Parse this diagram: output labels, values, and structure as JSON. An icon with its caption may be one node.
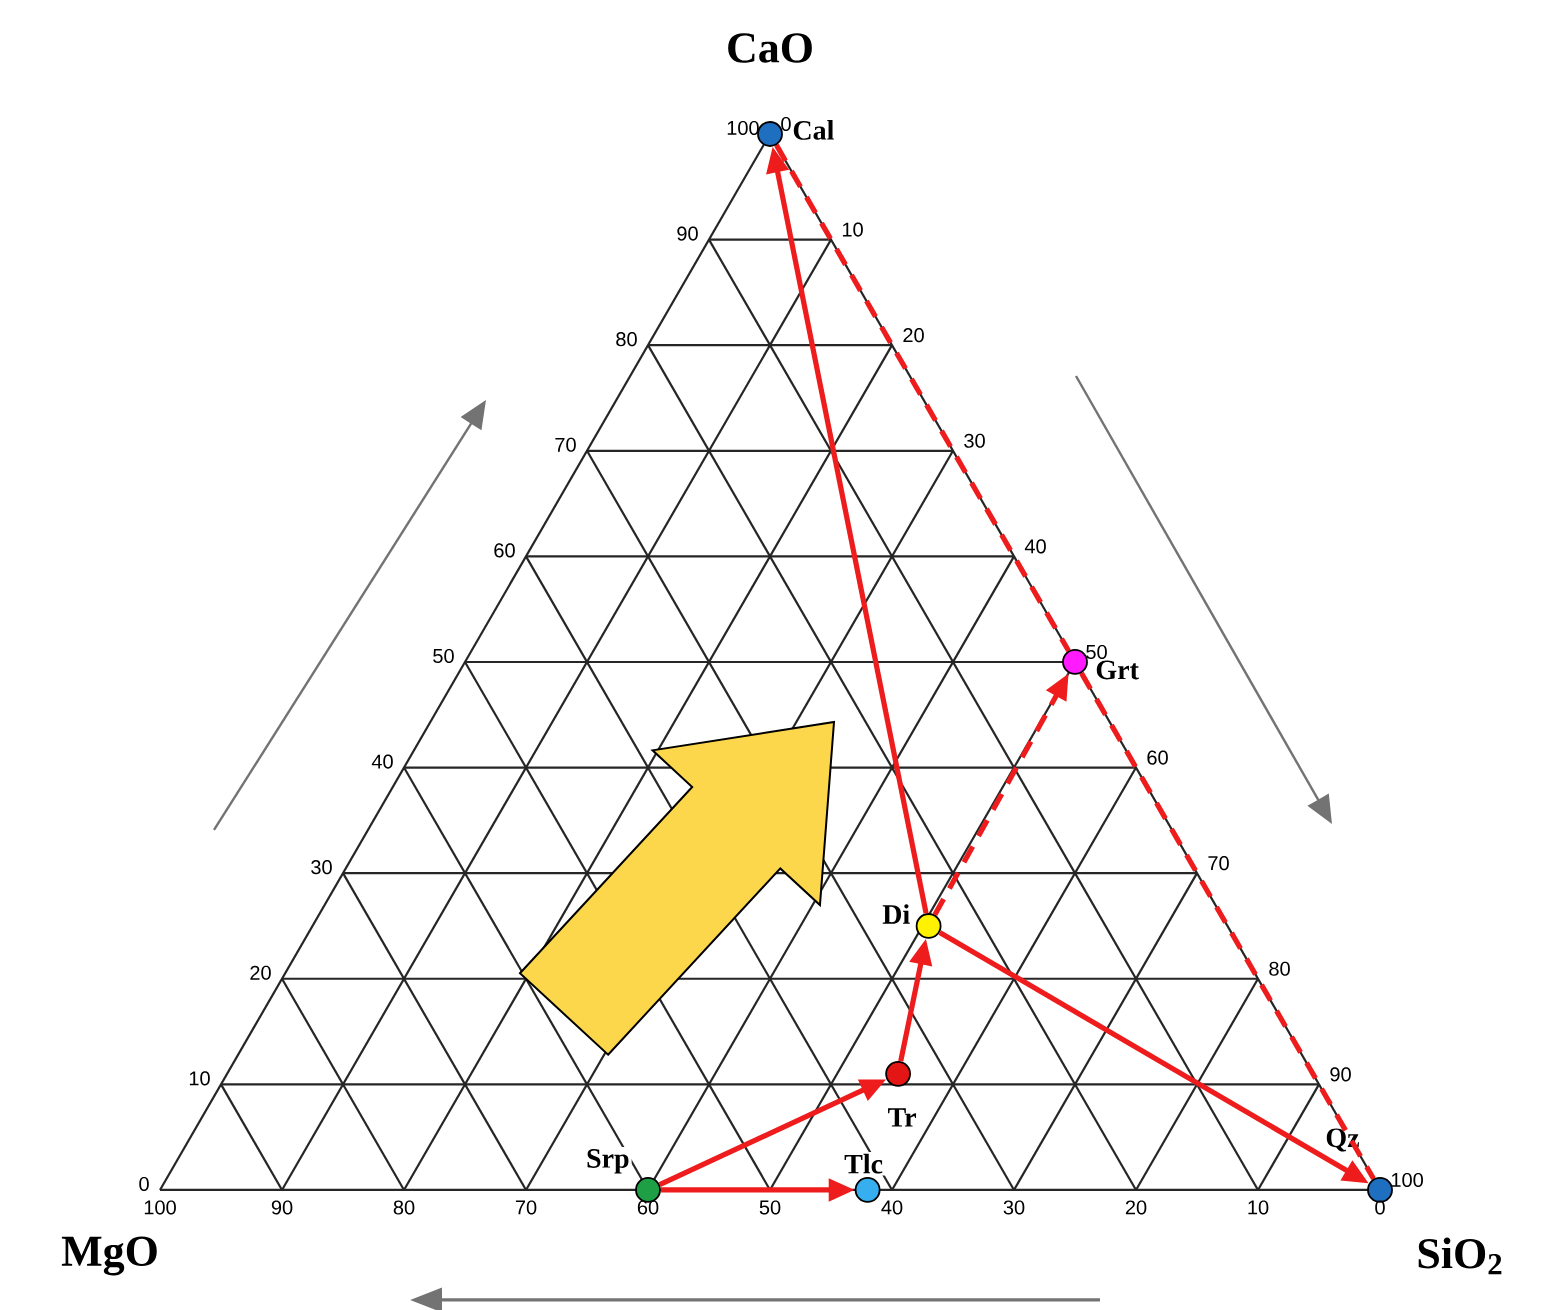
{
  "diagram": {
    "nodes": [
      {
        "text": [
          "Cal"
        ]
      },
      {
        "text": [
          "Grt"
        ]
      },
      {
        "text": [
          "Di"
        ]
      },
      {
        "text": [
          "Tr"
        ]
      },
      {
        "text": [
          "Srp"
        ]
      },
      {
        "text": [
          "Tlc"
        ]
      },
      {
        "text": [
          "Qz"
        ]
      }
    ],
    "edges": [
      {
        "from": 4,
        "to": 5,
        "arrow": "to"
      },
      {
        "from": 4,
        "to": 3,
        "arrow": "to"
      },
      {
        "from": 3,
        "to": 2,
        "arrow": "to"
      },
      {
        "from": 2,
        "to": 0,
        "arrow": "to"
      },
      {
        "from": 2,
        "to": 6,
        "arrow": "to"
      },
      {
        "from": 2,
        "to": 1,
        "arrow": "to",
        "style": "dashed"
      },
      {
        "from": 0,
        "to": 1,
        "arrow": "none",
        "style": "dashed"
      },
      {
        "from": 1,
        "to": 6,
        "arrow": "none",
        "style": "dashed"
      }
    ],
    "labels": [
      "CaO",
      "MgO",
      "SiO$_{2}$",
      "0",
      "10",
      "20",
      "30",
      "40",
      "50",
      "60",
      "70",
      "80",
      "90",
      "100",
      "0",
      "10",
      "20",
      "30",
      "40",
      "50",
      "60",
      "70",
      "80",
      "90",
      "100",
      "100",
      "90",
      "80",
      "70",
      "60",
      "50",
      "40",
      "30",
      "20",
      "10",
      "0"
    ]
  }
}
